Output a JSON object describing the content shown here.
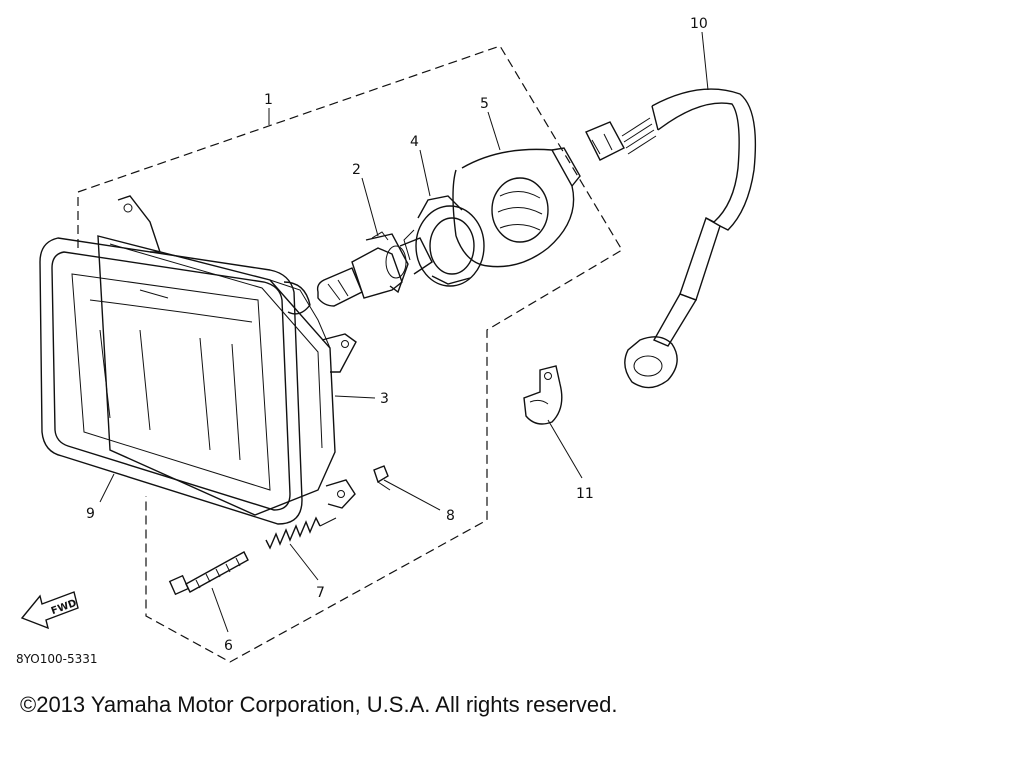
{
  "callouts": {
    "p1": "1",
    "p2": "2",
    "p3": "3",
    "p4": "4",
    "p5": "5",
    "p6": "6",
    "p7": "7",
    "p8": "8",
    "p9": "9",
    "p10": "10",
    "p11": "11"
  },
  "direction_badge": "FWD",
  "drawing_code": "8YO100-5331",
  "copyright": "©2013 Yamaha Motor Corporation, U.S.A. All rights reserved."
}
